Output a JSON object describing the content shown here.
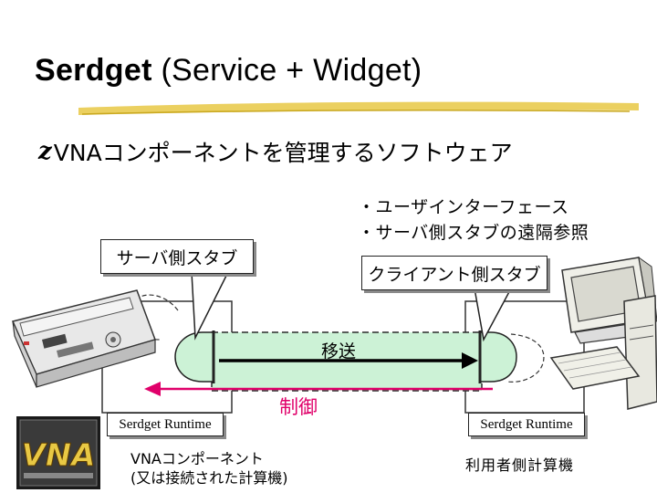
{
  "title": {
    "bold": "Serdget",
    "rest": "(Service + Widget)"
  },
  "bullet": {
    "mark": "z",
    "text": "VNAコンポーネントを管理するソフトウェア"
  },
  "features": [
    "・ユーザインターフェース",
    "・サーバ側スタブの遠隔参照"
  ],
  "callouts": {
    "server_stub": "サーバ側スタブ",
    "client_stub": "クライアント側スタブ"
  },
  "arrows": {
    "transfer": "移送",
    "control": "制御"
  },
  "runtime": {
    "left": "Serdget Runtime",
    "right": "Serdget Runtime"
  },
  "labels": {
    "vna_line1": "VNAコンポーネント",
    "vna_line2": "(又は接続された計算機)",
    "user": "利用者側計算機"
  },
  "logo": {
    "text": "VNA"
  },
  "colors": {
    "stub_fill": "#ccf2d6",
    "control_arrow": "#e0006a",
    "highlight": "#e8c844",
    "transfer_arrow": "#000000"
  },
  "icons": [
    "server-appliance-icon",
    "desktop-computer-icon",
    "vna-logo-icon"
  ]
}
